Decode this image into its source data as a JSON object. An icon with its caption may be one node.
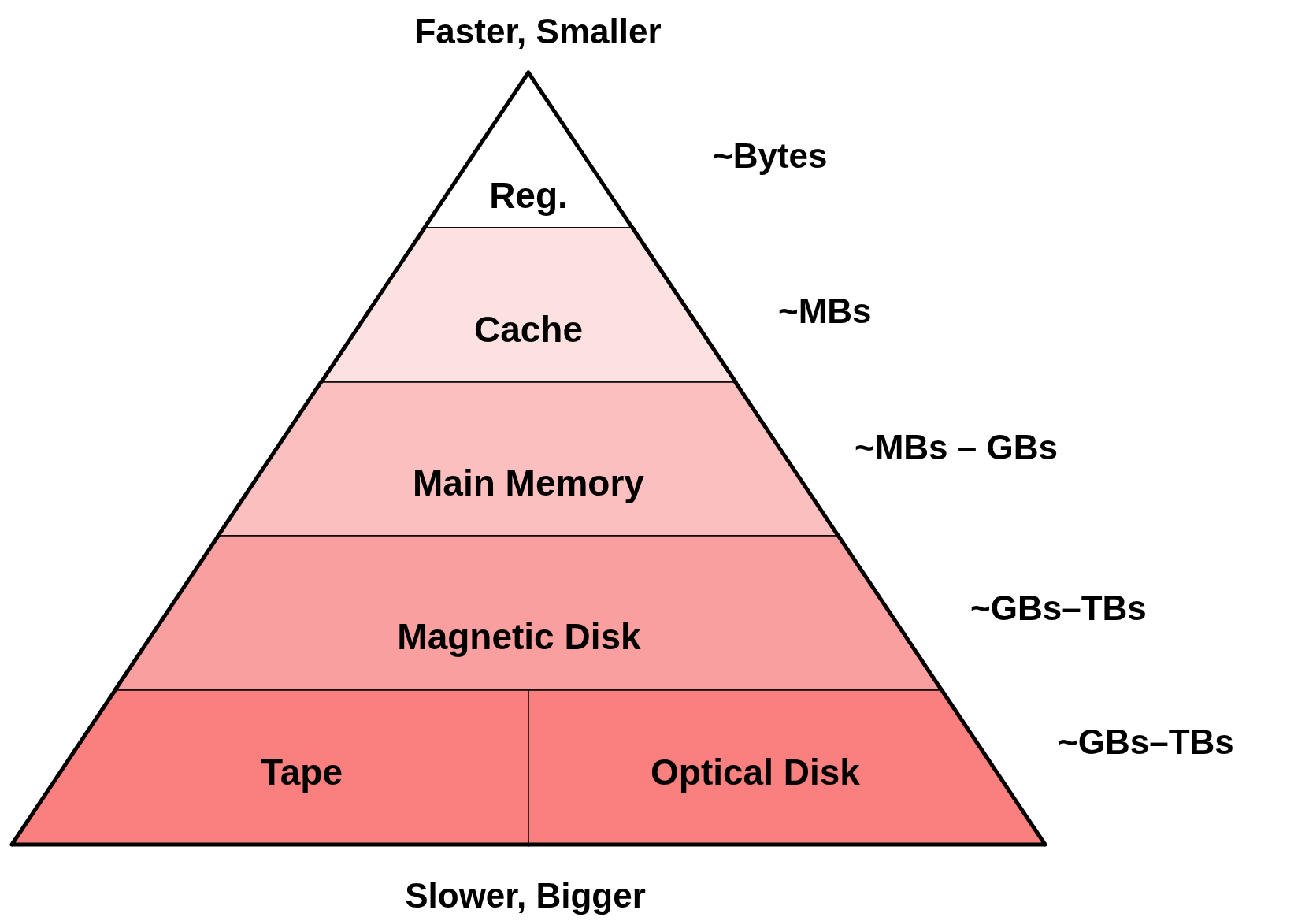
{
  "diagram": {
    "nodes": [
      {
        "text": [
          "Reg."
        ],
        "beside": [
          "~Bytes"
        ]
      },
      {
        "text": [
          "Cache"
        ],
        "beside": [
          "~MBs"
        ]
      },
      {
        "text": [
          "Main Memory"
        ],
        "beside": [
          "~MBs – GBs"
        ]
      },
      {
        "text": [
          "Magnetic Disk"
        ],
        "beside": [
          "~GBs–TBs"
        ]
      },
      {
        "text": [
          "Tape"
        ]
      },
      {
        "text": [
          "Optical Disk"
        ],
        "beside": [
          "~GBs–TBs"
        ]
      }
    ],
    "edges": [],
    "labels": [
      "Faster, Smaller",
      "Slower, Bigger"
    ]
  }
}
